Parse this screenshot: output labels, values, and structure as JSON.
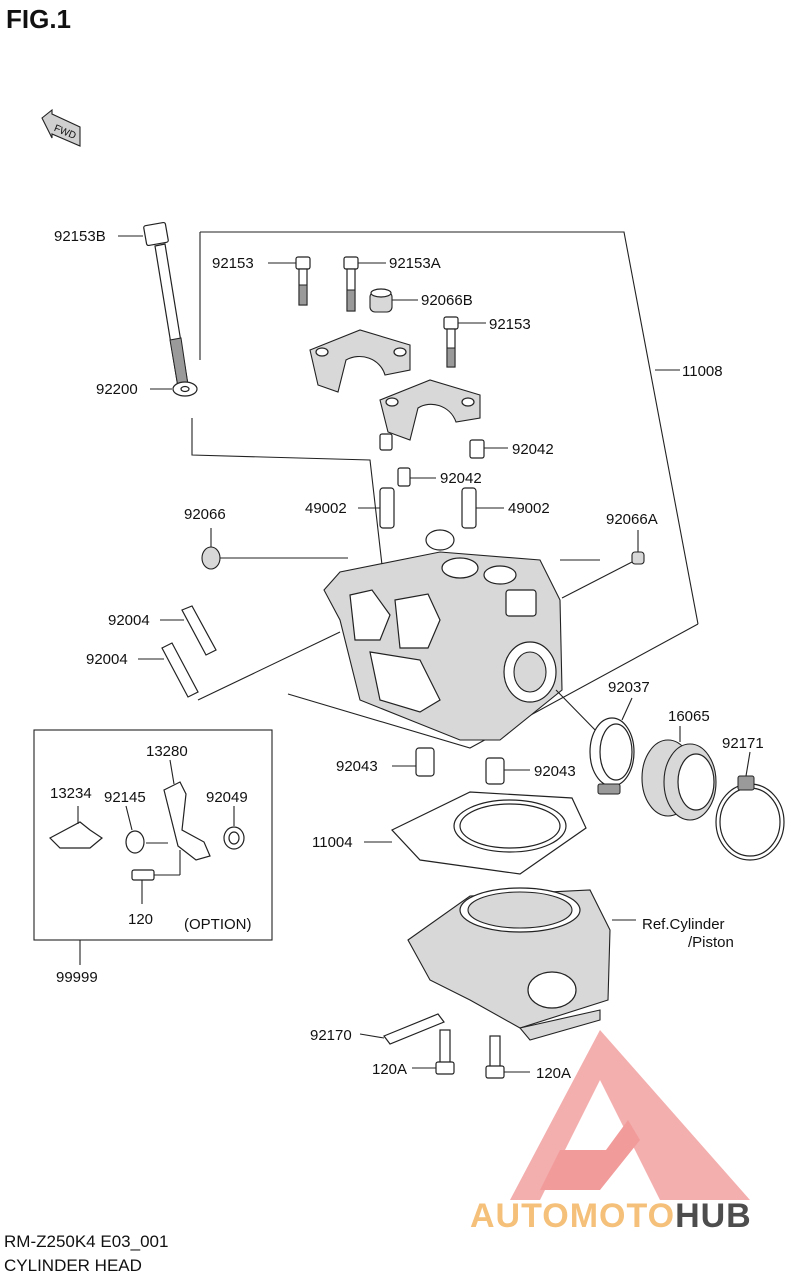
{
  "figure": {
    "title": "FIG.1",
    "fwd_label": "FWD"
  },
  "callouts": {
    "c92153B": "92153B",
    "c92153_a": "92153",
    "c92153A": "92153A",
    "c92066B": "92066B",
    "c92153_b": "92153",
    "c11008": "11008",
    "c92200": "92200",
    "c92042_a": "92042",
    "c92042_b": "92042",
    "c92066": "92066",
    "c49002_a": "49002",
    "c49002_b": "49002",
    "c92066A": "92066A",
    "c92004_a": "92004",
    "c92004_b": "92004",
    "c92037": "92037",
    "c16065": "16065",
    "c92171": "92171",
    "c92043_a": "92043",
    "c92043_b": "92043",
    "c11004": "11004",
    "c92170": "92170",
    "c120A_a": "120A",
    "c120A_b": "120A",
    "ref_cylinder_1": "Ref.Cylinder",
    "ref_cylinder_2": "/Piston"
  },
  "option_kit": {
    "c13280": "13280",
    "c13234": "13234",
    "c92145": "92145",
    "c92049": "92049",
    "c120": "120",
    "option_label": "(OPTION)",
    "c99999": "99999"
  },
  "footer": {
    "model_code": "RM-Z250K4 E03_001",
    "section_name": "CYLINDER HEAD"
  },
  "watermark": {
    "part1": "AUTOMOTO",
    "part2": "HUB",
    "color_primary": "#f08a8a",
    "color_secondary": "#f5c07a",
    "color_dark": "#4d4d4d"
  }
}
